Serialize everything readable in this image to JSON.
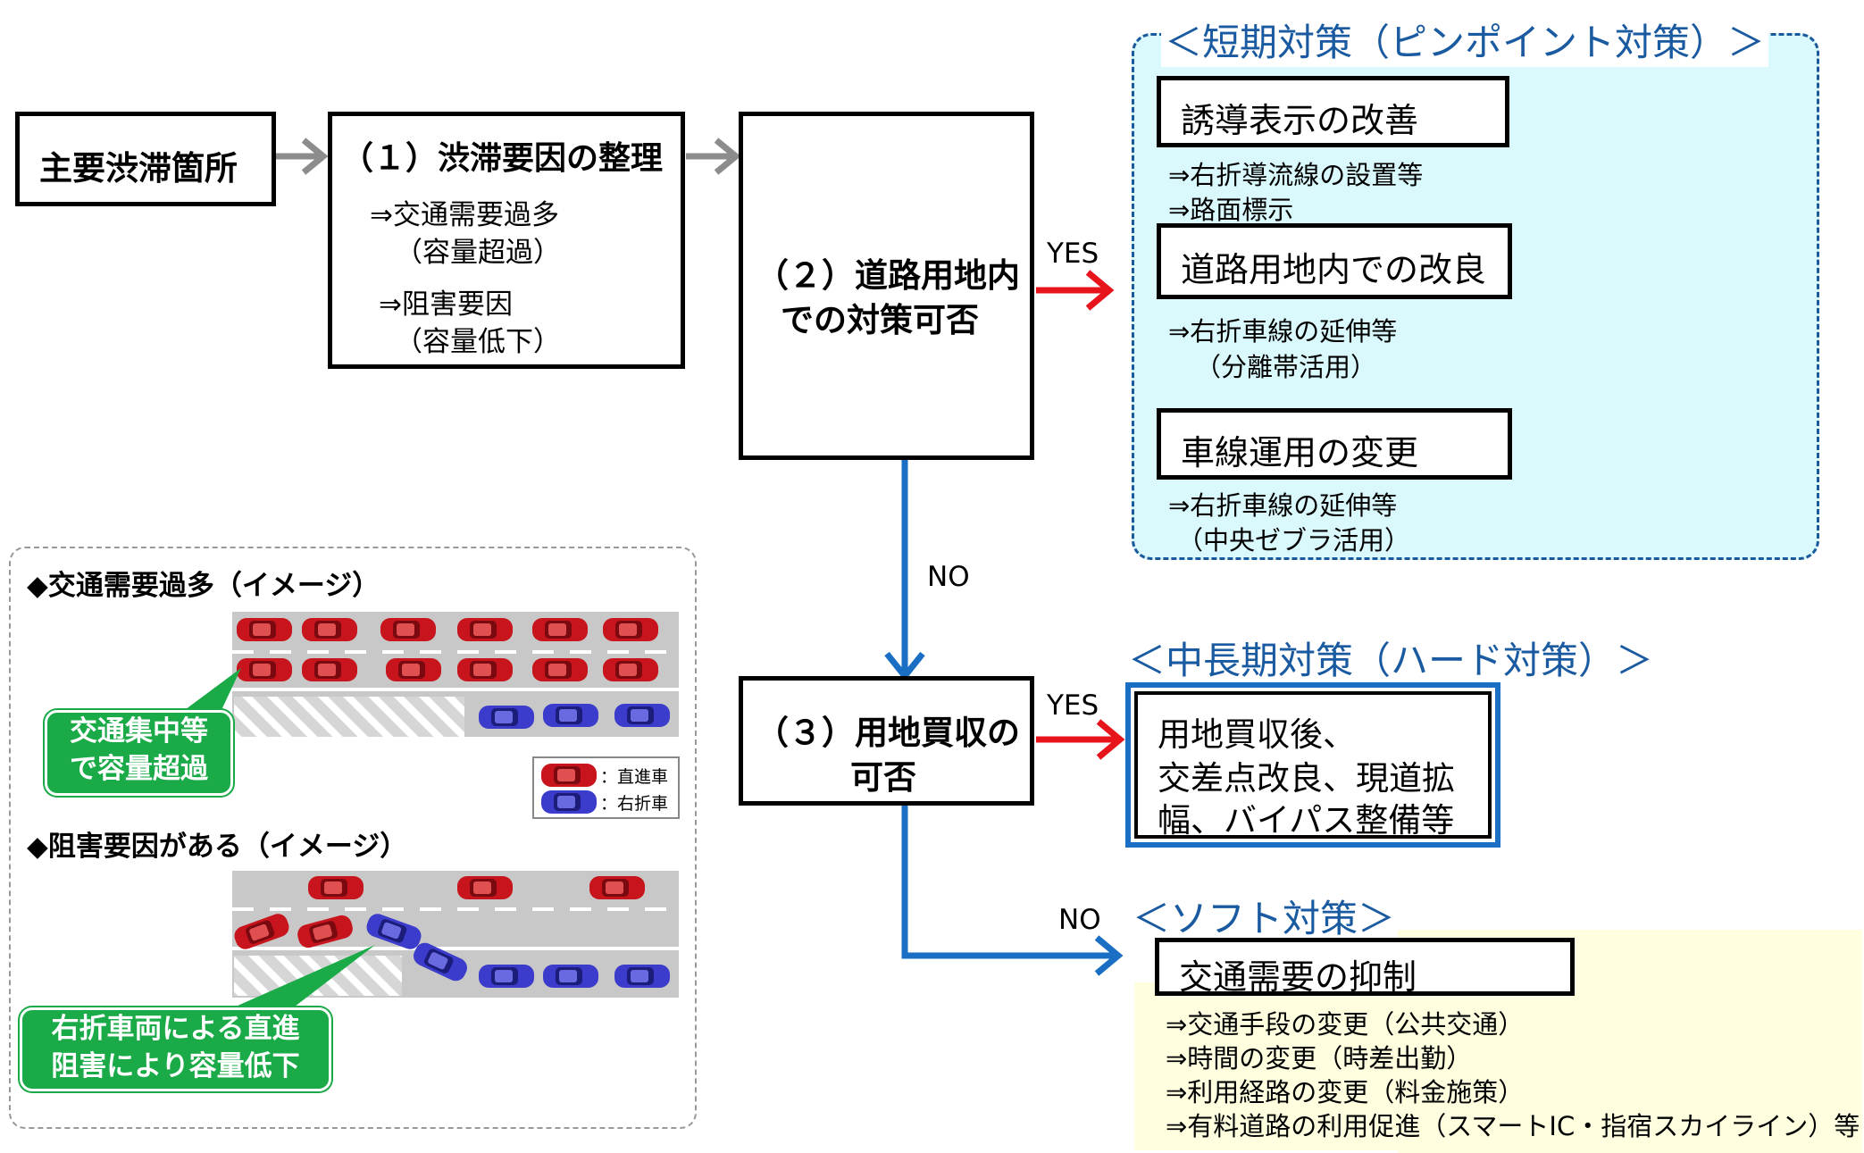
{
  "flow": {
    "start": "主要渋滞箇所",
    "step1": {
      "title": "（１）渋滞要因の整理",
      "l1": "⇒交通需要過多",
      "l2": "（容量超過）",
      "l3": "⇒阻害要因",
      "l4": "（容量低下）"
    },
    "step2": {
      "l1": "（２）道路用地内",
      "l2": "での対策可否"
    },
    "step3": {
      "l1": "（３）用地買収の",
      "l2": "可否"
    },
    "yes1": "YES",
    "no1": "NO",
    "yes2": "YES",
    "no2": "NO"
  },
  "short_term": {
    "heading": "＜短期対策（ピンポイント対策）＞",
    "item1": {
      "title": "誘導表示の改善",
      "d1": "⇒右折導流線の設置等",
      "d2": "⇒路面標示"
    },
    "item2": {
      "title": "道路用地内での改良",
      "d1": "⇒右折車線の延伸等",
      "d2": "（分離帯活用）"
    },
    "item3": {
      "title": "車線運用の変更",
      "d1": "⇒右折車線の延伸等",
      "d2": "（中央ゼブラ活用）"
    }
  },
  "mid_term": {
    "heading": "＜中長期対策（ハード対策）＞",
    "l1": "用地買収後、",
    "l2": "交差点改良、現道拡",
    "l3": "幅、バイパス整備等"
  },
  "soft": {
    "heading": "＜ソフト対策＞",
    "title": "交通需要の抑制",
    "d1": "⇒交通手段の変更（公共交通）",
    "d2": "⇒時間の変更（時差出勤）",
    "d3": "⇒利用経路の変更（料金施策）",
    "d4": "⇒有料道路の利用促進（スマートIC・指宿スカイライン）等"
  },
  "images": {
    "h1": "◆交通需要過多（イメージ）",
    "h2": "◆阻害要因がある（イメージ）",
    "callout1_l1": "交通集中等",
    "callout1_l2": "で容量超過",
    "callout2_l1": "右折車両による直進",
    "callout2_l2": "阻害により容量低下",
    "legend_straight": "：直進車",
    "legend_right": "：右折車"
  },
  "colors": {
    "arrow_gray": "#8c8c8c",
    "arrow_red": "#e8141c",
    "arrow_blue": "#1a6fc4",
    "short_bg": "#d9f9fd",
    "soft_bg": "#ffffe0",
    "callout_green": "#1aaa48",
    "car_red": "#c8141c",
    "car_blue": "#3c3ccc"
  }
}
